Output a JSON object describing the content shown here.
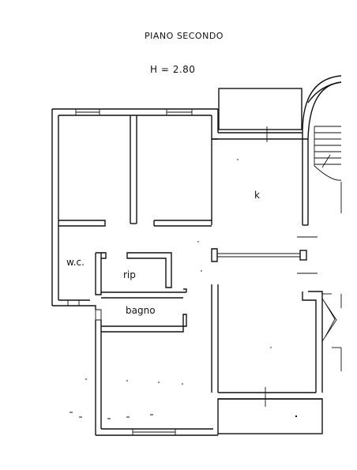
{
  "plan": {
    "title": "PIANO SECONDO",
    "height_note": "H = 2.80"
  },
  "rooms": {
    "wc": "w.c.",
    "rip": "rip",
    "bagno": "bagno",
    "kitchen": "k"
  },
  "colors": {
    "ink": "#111111",
    "paper": "#ffffff"
  }
}
